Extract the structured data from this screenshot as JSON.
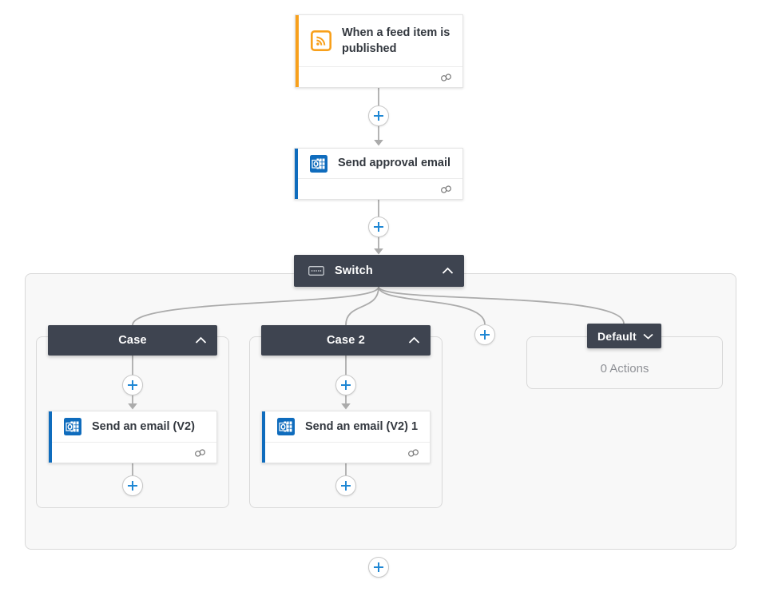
{
  "flow": {
    "trigger": {
      "title": "When a feed item is published",
      "icon": "rss-icon"
    },
    "approval": {
      "title": "Send approval email",
      "icon": "outlook-icon"
    },
    "switch": {
      "label": "Switch",
      "icon": "keyboard-icon"
    },
    "cases": [
      {
        "label": "Case",
        "action_title": "Send an email (V2)"
      },
      {
        "label": "Case 2",
        "action_title": "Send an email (V2) 1"
      }
    ],
    "default": {
      "label": "Default",
      "empty_text": "0 Actions"
    }
  },
  "icons": {
    "trigger": "rss-icon",
    "email_action": "outlook-icon",
    "switch": "keyboard-icon",
    "collapse": "chevron-up-icon",
    "expand": "chevron-down-icon",
    "connection": "link-icon",
    "insert": "plus-icon"
  },
  "colors": {
    "trigger_accent": "#F8A01B",
    "action_accent": "#0F6CBD",
    "scope_header_bg": "#3E4450",
    "plus_blue": "#1F87D4",
    "connector_gray": "#ABABAB",
    "container_bg": "#F8F8F8",
    "empty_text_gray": "#8F9196"
  }
}
